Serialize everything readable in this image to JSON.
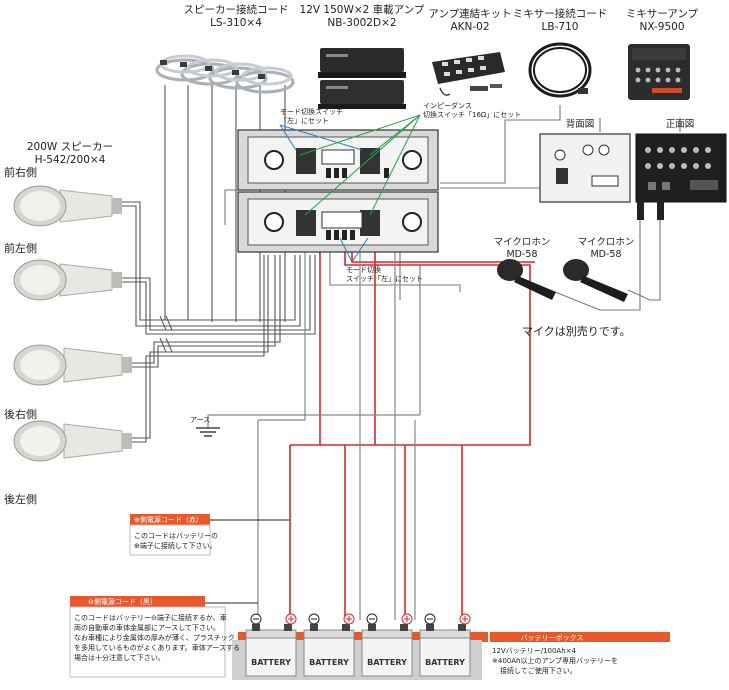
{
  "components": {
    "speaker_cable": {
      "name": "スピーカー接続コード",
      "model": "LS-310×4"
    },
    "amp": {
      "name": "12V 150W×2 車載アンプ",
      "model": "NB-3002D×2"
    },
    "link_kit": {
      "name": "アンプ連結キット",
      "model": "AKN-02"
    },
    "mixer_cable": {
      "name": "ミキサー接続コード",
      "model": "LB-710"
    },
    "mixer_amp": {
      "name": "ミキサーアンプ",
      "model": "NX-9500"
    },
    "speaker": {
      "name": "200W スピーカー",
      "model": "H-542/200×4"
    },
    "mic1": {
      "name": "マイクロホン",
      "model": "MD-58"
    },
    "mic2": {
      "name": "マイクロホン",
      "model": "MD-58"
    }
  },
  "speaker_positions": [
    "前右側",
    "前左側",
    "後右側",
    "後左側"
  ],
  "views": {
    "rear": "背面図",
    "front": "正面図"
  },
  "annotations": {
    "mode_switch_top_1": "モード切換スイッチ",
    "mode_switch_top_2": "「左」にセット",
    "impedance_1": "インピーダンス",
    "impedance_2": "切換スイッチ「16Ω」にセット",
    "mode_switch_bottom_1": "モード切換",
    "mode_switch_bottom_2": "スイッチ「左」にセット",
    "ground": "アース",
    "mic_note": "マイクは別売りです。"
  },
  "plus_cord": {
    "title": "⊕側電源コード（赤）",
    "line1": "このコードはバッテリーの",
    "line2": "⊕端子に接続して下さい。"
  },
  "minus_cord": {
    "title": "⊖側電源コード（黒）",
    "line1": "このコードはバッテリー⊖端子に接続するか、車",
    "line2": "両の自動車の車体金属部にアースして下さい。",
    "line3": "なお車種により金属体の厚みが薄く、プラスチック",
    "line4": "を多用しているものがよくあります。車体アースする",
    "line5": "場合は十分注意して下さい。"
  },
  "battery_box": {
    "title": "バッテリーボックス",
    "line1": "12Vバッテリー/100Ah×4",
    "line2": "※400Ah以上のアンプ専用バッテリーを",
    "line3": "接続してご使用下さい。"
  },
  "battery_label": "BATTERY",
  "battery_count": 4,
  "colors": {
    "red_wire": "#d8262b",
    "green_pointer": "#2aa048",
    "blue_pointer": "#2e7bbf",
    "orange_band": "#e9582a",
    "grey_wire": "#6a6a6a"
  }
}
